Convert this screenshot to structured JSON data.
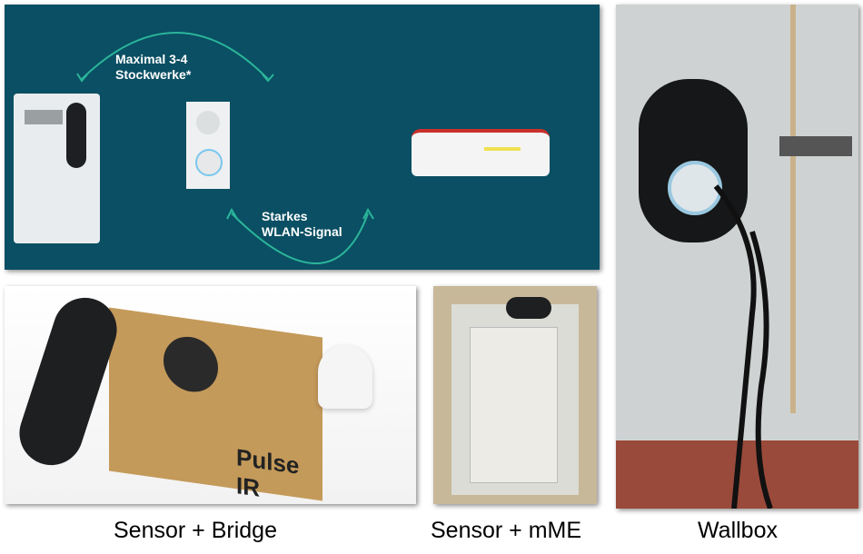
{
  "panels": {
    "coverage": {
      "range_label_line1": "Maximal 3-4",
      "range_label_line2": "Stockwerke*",
      "signal_label_line1": "Starkes",
      "signal_label_line2": "WLAN-Signal",
      "background_color": "#0a4f63",
      "arrow_color": "#2bb59a"
    },
    "bridge": {
      "box_text": "Pulse IR"
    }
  },
  "captions": {
    "bridge": "Sensor + Bridge",
    "mme": "Sensor + mME",
    "wallbox": "Wallbox"
  }
}
